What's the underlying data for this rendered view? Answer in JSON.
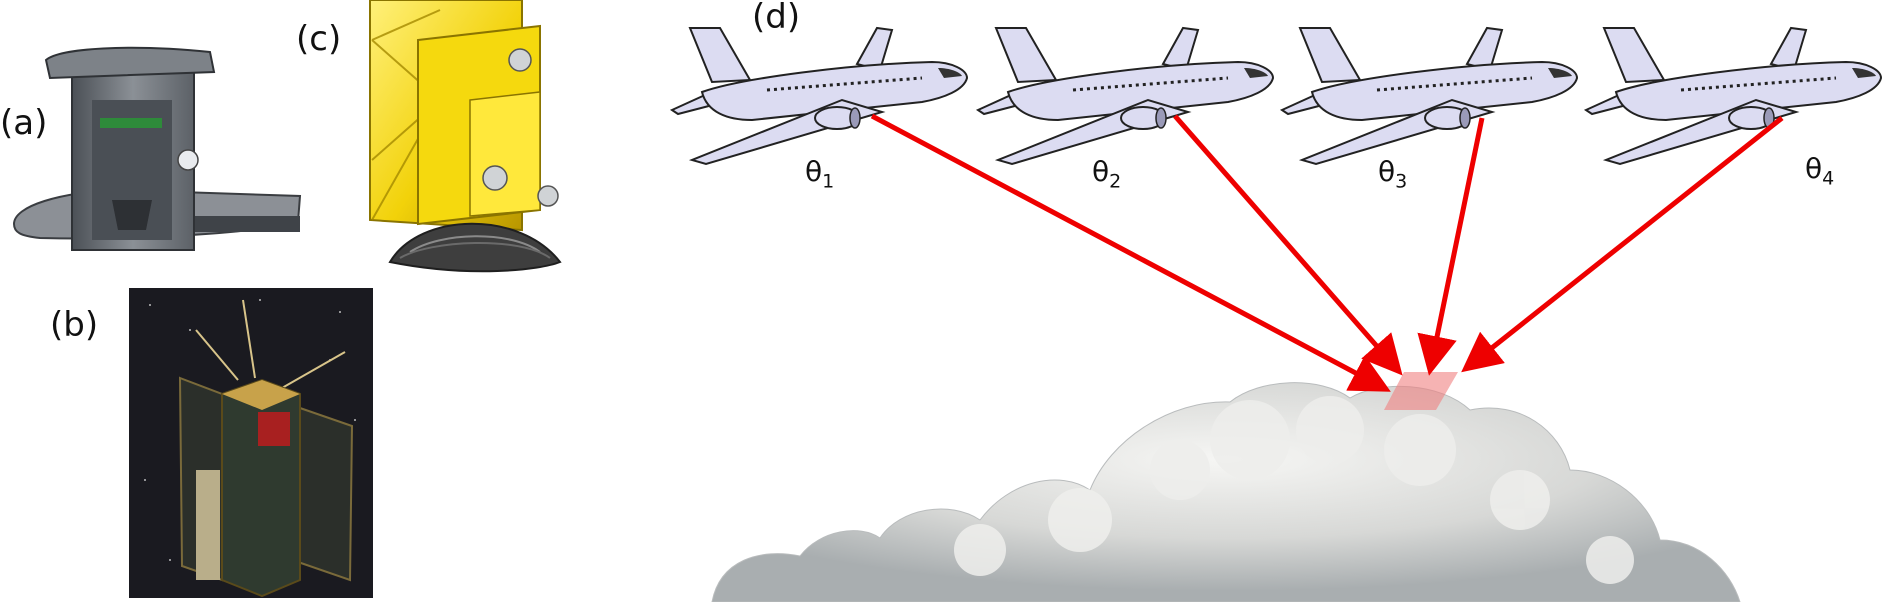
{
  "panels": {
    "a": "(a)",
    "b": "(b)",
    "c": "(c)",
    "d": "(d)"
  },
  "angles": [
    {
      "symbol": "θ",
      "sub": "1"
    },
    {
      "symbol": "θ",
      "sub": "2"
    },
    {
      "symbol": "θ",
      "sub": "3"
    },
    {
      "symbol": "θ",
      "sub": "4"
    }
  ],
  "colors": {
    "arrow": "#ee0000",
    "target_patch": "#f08080",
    "airplane_body": "#dcdcf2",
    "satellite_gold": "#f2d20a",
    "instrument_gray": "#6e737a"
  }
}
